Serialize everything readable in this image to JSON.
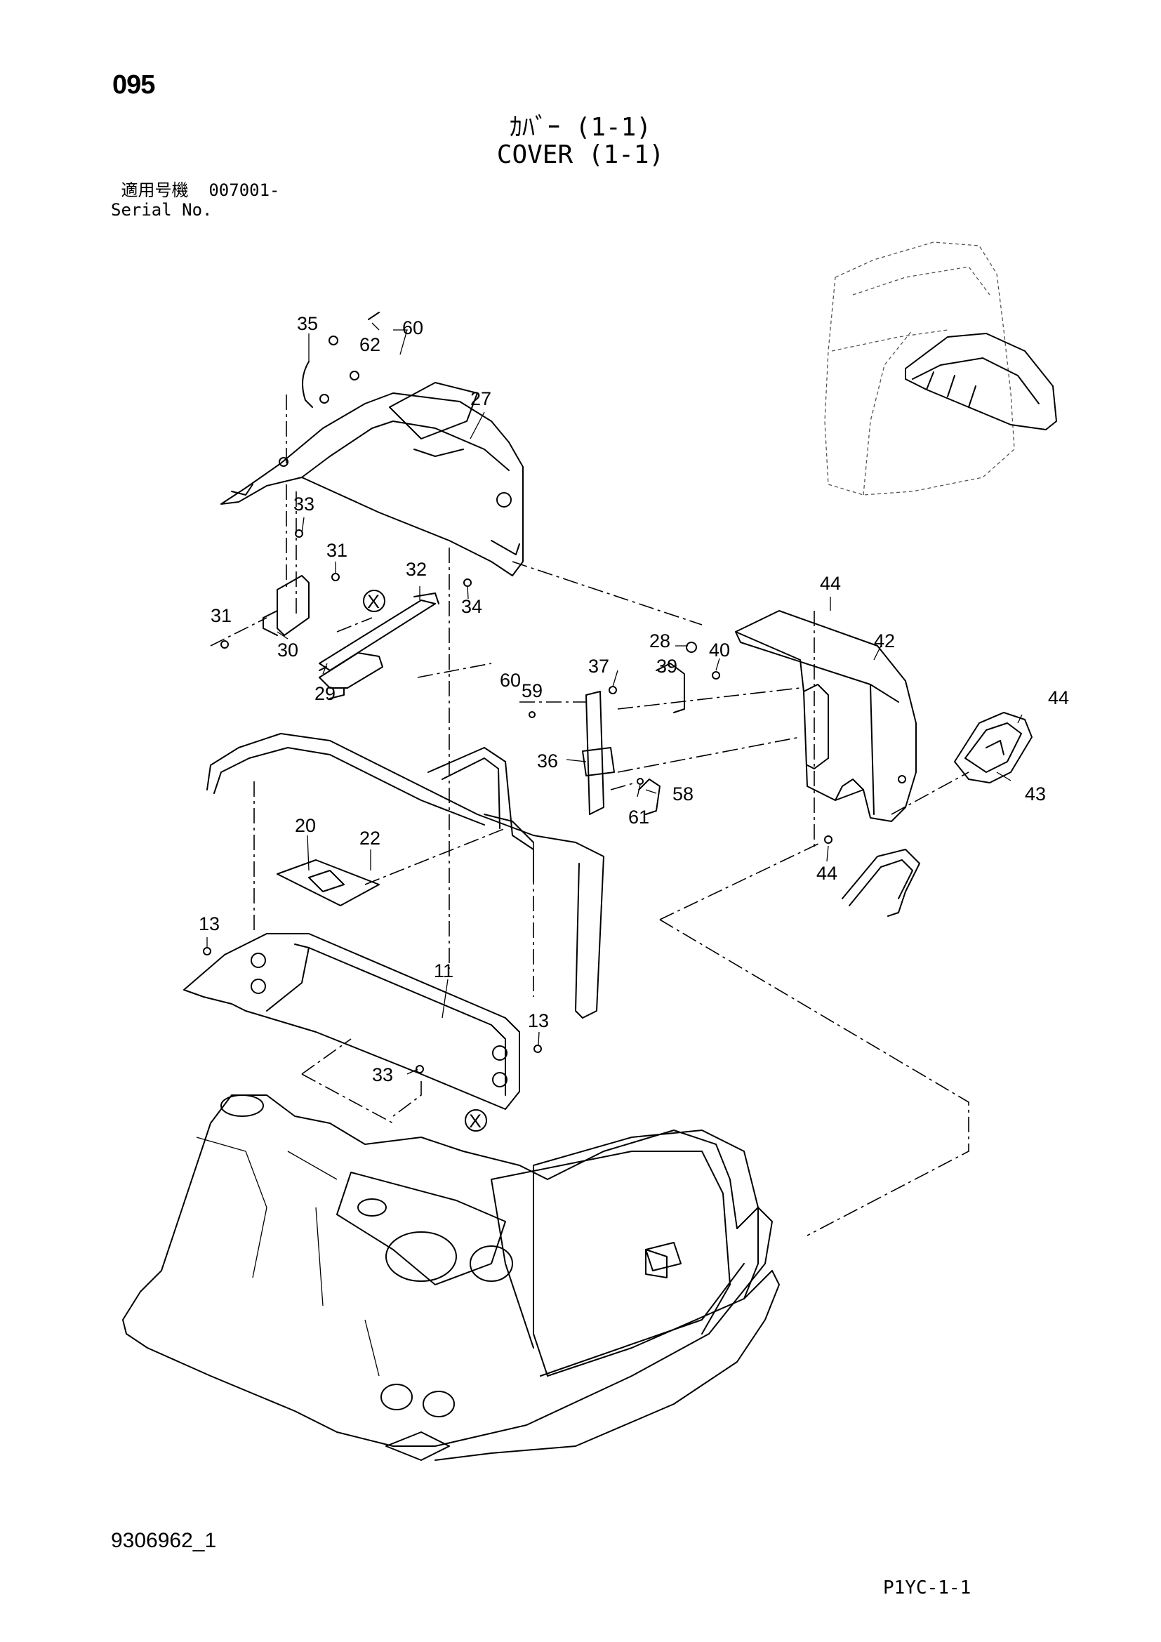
{
  "header": {
    "page_number": "095",
    "title_jp": "ｶﾊﾞｰ (1-1)",
    "title_en": "COVER (1-1)",
    "serial_label_jp": "適用号機",
    "serial_value": "007001-",
    "serial_label_en": "Serial No."
  },
  "footer": {
    "doc_id": "9306962_1",
    "page_code": "P1YC-1-1"
  },
  "callouts": {
    "c35": "35",
    "c60a": "60",
    "c62": "62",
    "c27": "27",
    "c33a": "33",
    "c31a": "31",
    "c32": "32",
    "c31b": "31",
    "c34": "34",
    "c30": "30",
    "c29": "29",
    "cXa": "X",
    "c44a": "44",
    "c42": "42",
    "c28": "28",
    "c40": "40",
    "c37": "37",
    "c39": "39",
    "c60b": "60",
    "c59": "59",
    "c44b": "44",
    "c36": "36",
    "c58": "58",
    "c61": "61",
    "c43": "43",
    "c44c": "44",
    "c20": "20",
    "c22": "22",
    "c13a": "13",
    "c11": "11",
    "c13b": "13",
    "c33b": "33",
    "cXb": "X"
  }
}
